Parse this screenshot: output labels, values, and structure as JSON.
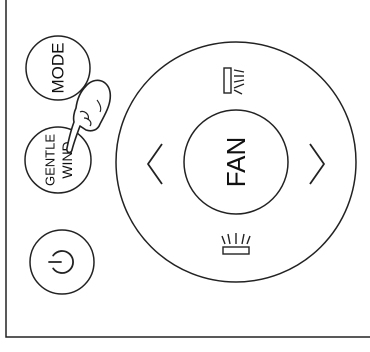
{
  "buttons": {
    "mode": {
      "label": "MODE"
    },
    "gentle_wind": {
      "line1": "GENTLE",
      "line2": "WIND"
    },
    "power": {
      "icon": "power-icon"
    },
    "fan": {
      "label": "FAN"
    },
    "left": {
      "icon": "chevron-left-icon"
    },
    "right": {
      "icon": "chevron-right-icon"
    },
    "swing_vertical": {
      "icon": "vertical-swing-icon"
    },
    "swing_horizontal": {
      "icon": "horizontal-swing-icon"
    }
  },
  "overlay": {
    "icon": "pointing-hand-icon"
  },
  "colors": {
    "stroke": "#222222",
    "background": "#ffffff"
  }
}
